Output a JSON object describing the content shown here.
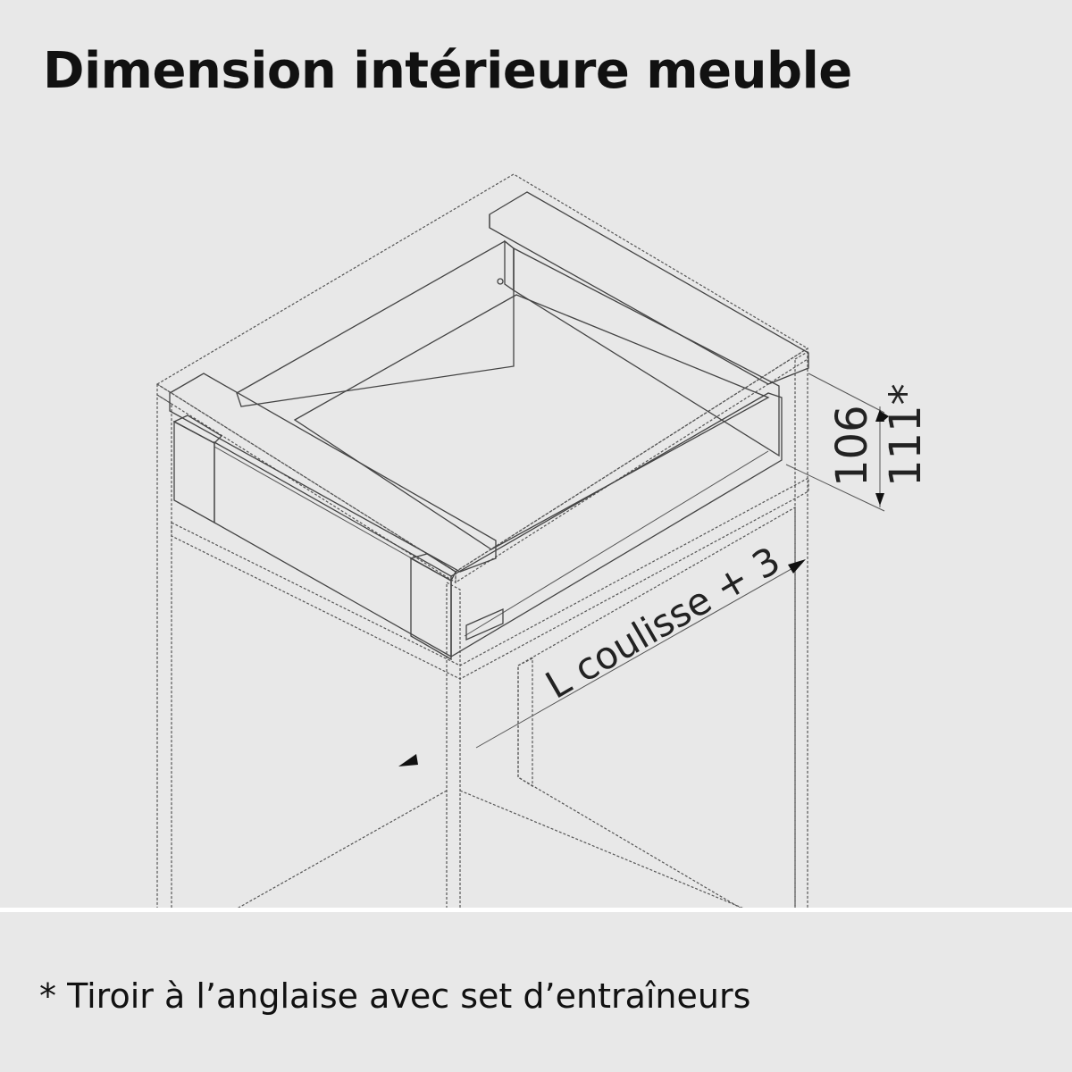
{
  "title": "Dimension intérieure meuble",
  "dimensions": {
    "height_a": "106",
    "height_b": "111*",
    "length": "L coulisse + 3"
  },
  "footnote": "* Tiroir à l’anglaise avec set d’entraîneurs",
  "colors": {
    "background": "#e8e8e8",
    "panel": "#f7f7f7",
    "drawer_bottom": "#e2e2e2",
    "clip": "#a9a9a9"
  }
}
